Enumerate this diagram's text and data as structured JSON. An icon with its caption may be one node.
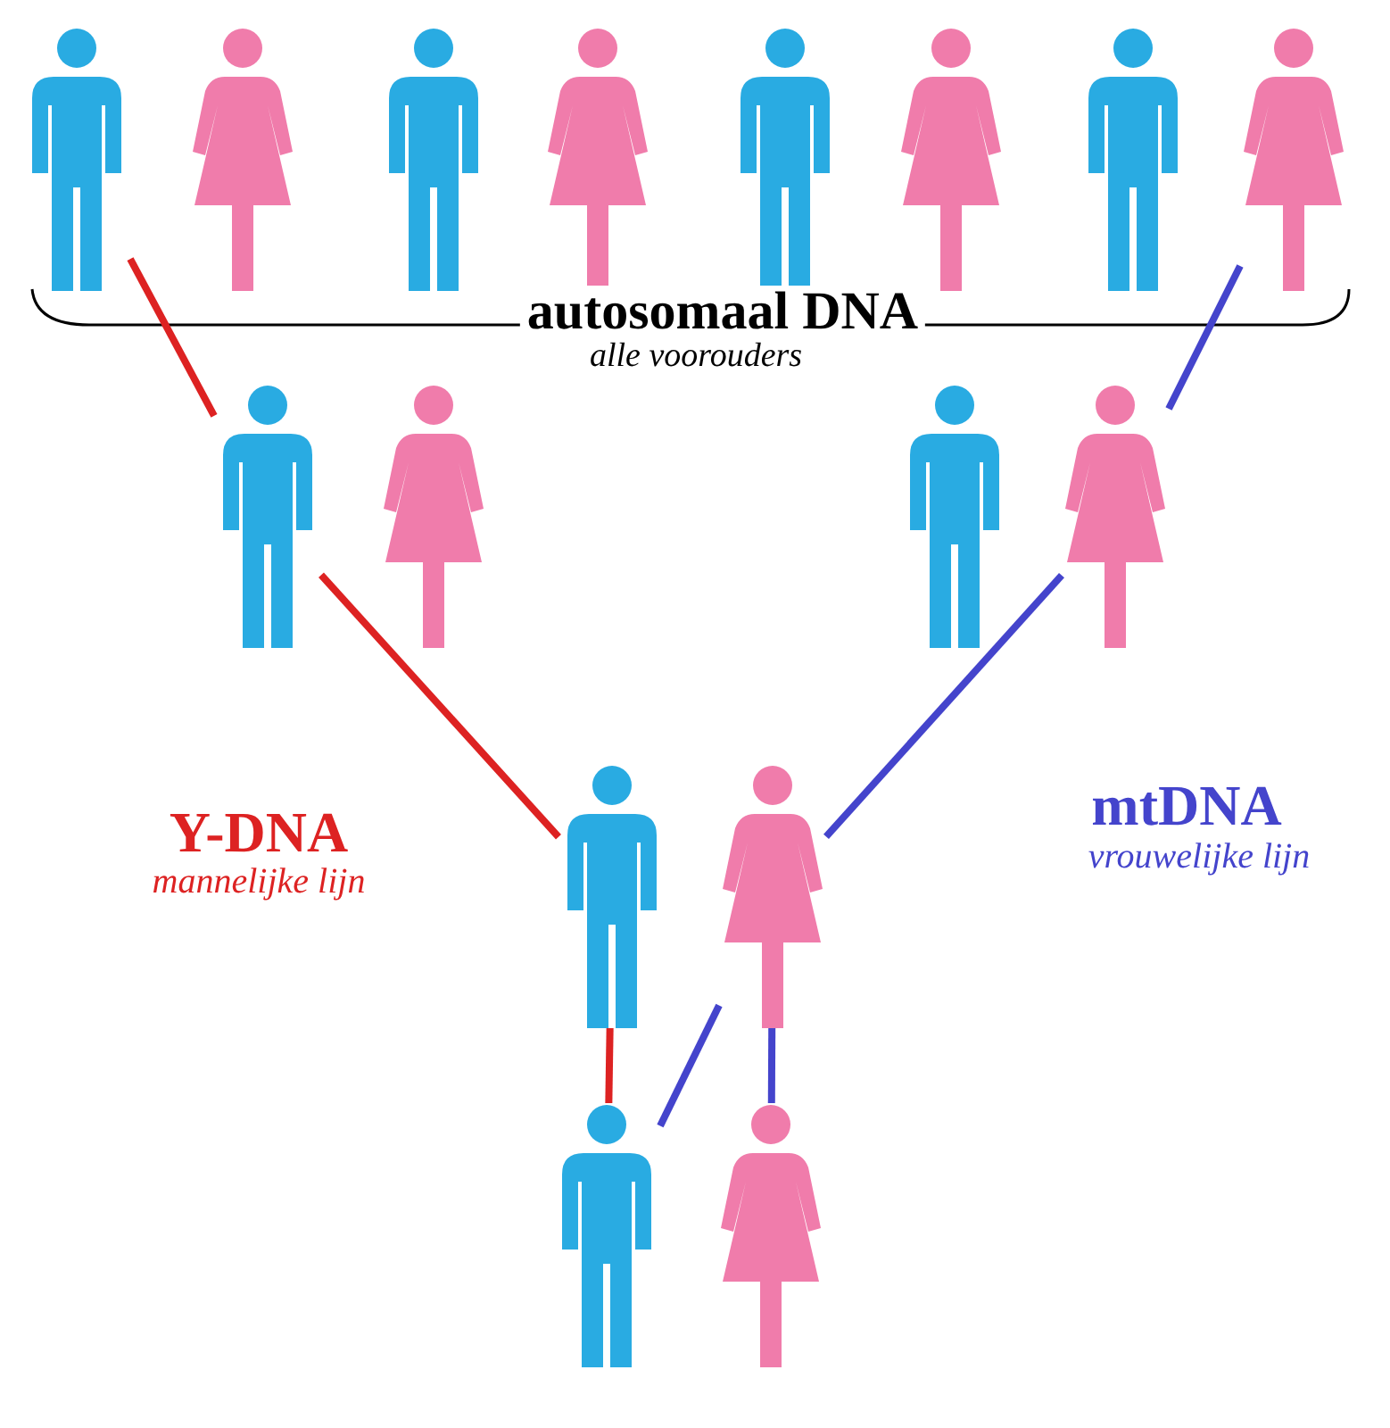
{
  "diagram": {
    "nodes": [
      {
        "text": [],
        "shape": "person"
      },
      {
        "text": [],
        "shape": "person"
      },
      {
        "text": [],
        "shape": "person"
      },
      {
        "text": [],
        "shape": "person"
      },
      {
        "text": [],
        "shape": "person"
      },
      {
        "text": [],
        "shape": "person"
      },
      {
        "text": [],
        "shape": "person"
      },
      {
        "text": [],
        "shape": "person"
      },
      {
        "text": [],
        "shape": "person"
      },
      {
        "text": [],
        "shape": "person"
      },
      {
        "text": [],
        "shape": "person"
      },
      {
        "text": [],
        "shape": "person"
      },
      {
        "text": [],
        "shape": "person"
      },
      {
        "text": [],
        "shape": "person"
      },
      {
        "text": [],
        "shape": "person"
      },
      {
        "text": [],
        "shape": "person"
      }
    ],
    "edges": [
      {
        "from": 0,
        "to": 8,
        "arrow": "none",
        "color": "#dd2222"
      },
      {
        "from": 8,
        "to": 12,
        "arrow": "none",
        "color": "#dd2222"
      },
      {
        "from": 12,
        "to": 14,
        "arrow": "none",
        "color": "#dd2222"
      },
      {
        "from": 7,
        "to": 11,
        "arrow": "none",
        "color": "#4444cc"
      },
      {
        "from": 11,
        "to": 13,
        "arrow": "none",
        "color": "#4444cc"
      },
      {
        "from": 13,
        "to": 14,
        "arrow": "none",
        "color": "#4444cc"
      },
      {
        "from": 13,
        "to": 15,
        "arrow": "none",
        "color": "#4444cc"
      }
    ],
    "labels": [
      "autosomaal DNA",
      "alle voorouders",
      "Y-DNA",
      "mannelijke lijn",
      "mtDNA",
      "vrouwelijke lijn"
    ]
  }
}
